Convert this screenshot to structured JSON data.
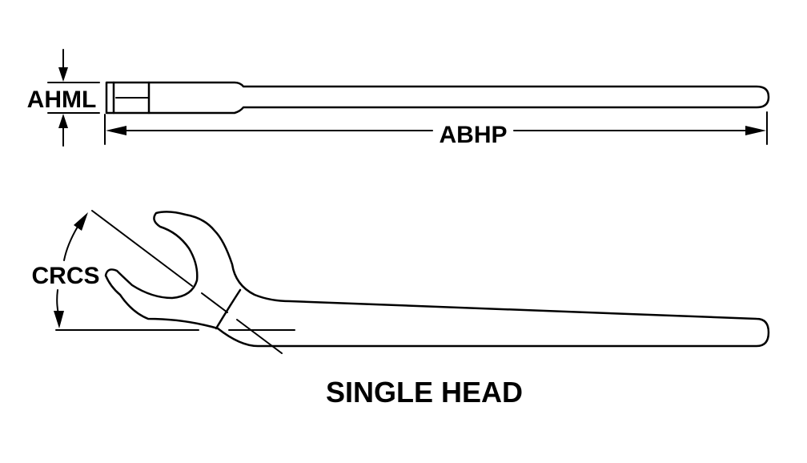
{
  "labels": {
    "thickness_dim": "AHML",
    "length_dim": "ABHP",
    "angle_dim": "CRCS",
    "caption": "SINGLE HEAD"
  },
  "colors": {
    "line": "#000000",
    "background": "#ffffff"
  }
}
